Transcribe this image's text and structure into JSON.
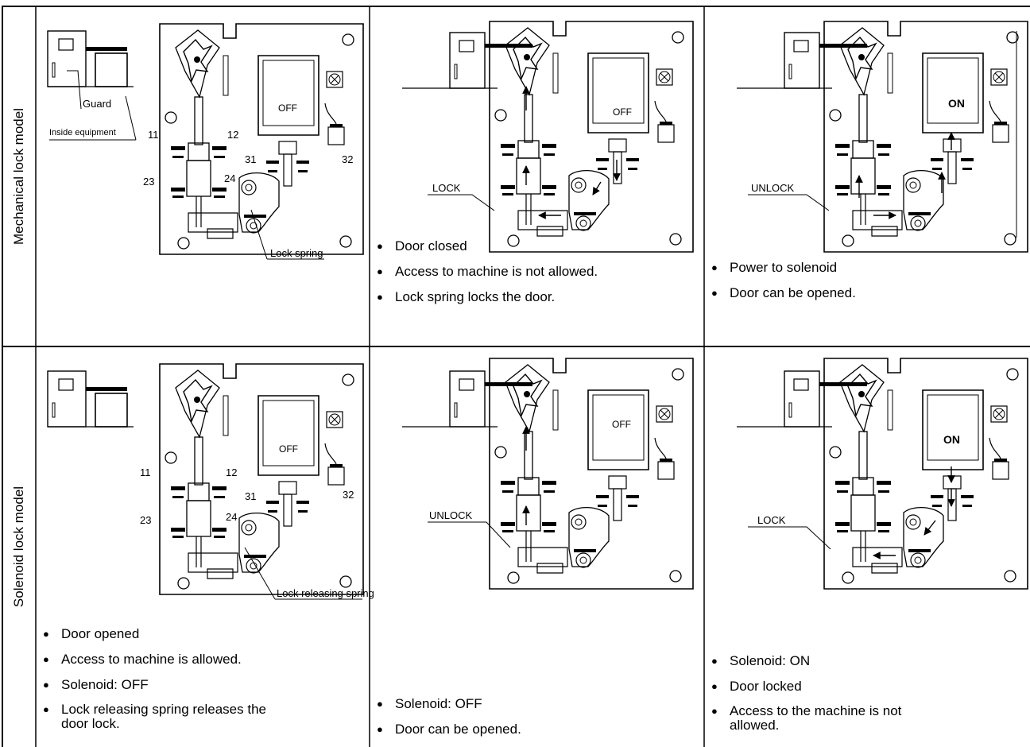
{
  "rows": {
    "mechanical": {
      "label": "Mechanical lock model",
      "cells": [
        {
          "state": "OFF",
          "labels": {
            "guard": "Guard",
            "inside": "Inside equipment",
            "spring": "Lock spring",
            "t11": "11",
            "t12": "12",
            "t23": "23",
            "t24": "24",
            "t31": "31",
            "t32": "32"
          },
          "bullets": []
        },
        {
          "state": "OFF",
          "mode": "LOCK",
          "bullets": [
            "Door closed",
            "Access to machine is not allowed.",
            "Lock spring locks the door."
          ]
        },
        {
          "state": "ON",
          "mode": "UNLOCK",
          "bullets": [
            "Power to solenoid",
            "Door can be opened."
          ]
        }
      ]
    },
    "solenoid": {
      "label": "Solenoid lock model",
      "cells": [
        {
          "state": "OFF",
          "labels": {
            "spring": "Lock releasing spring",
            "t11": "11",
            "t12": "12",
            "t23": "23",
            "t24": "24",
            "t31": "31",
            "t32": "32"
          },
          "bullets": [
            "Door opened",
            "Access to machine is allowed.",
            "Solenoid: OFF",
            "Lock releasing spring releases the door lock."
          ]
        },
        {
          "state": "OFF",
          "mode": "UNLOCK",
          "bullets": [
            "Solenoid: OFF",
            "Door can be opened."
          ]
        },
        {
          "state": "ON",
          "mode": "LOCK",
          "bullets": [
            "Solenoid: ON",
            "Door locked",
            "Access to the machine is not allowed."
          ]
        }
      ]
    }
  }
}
